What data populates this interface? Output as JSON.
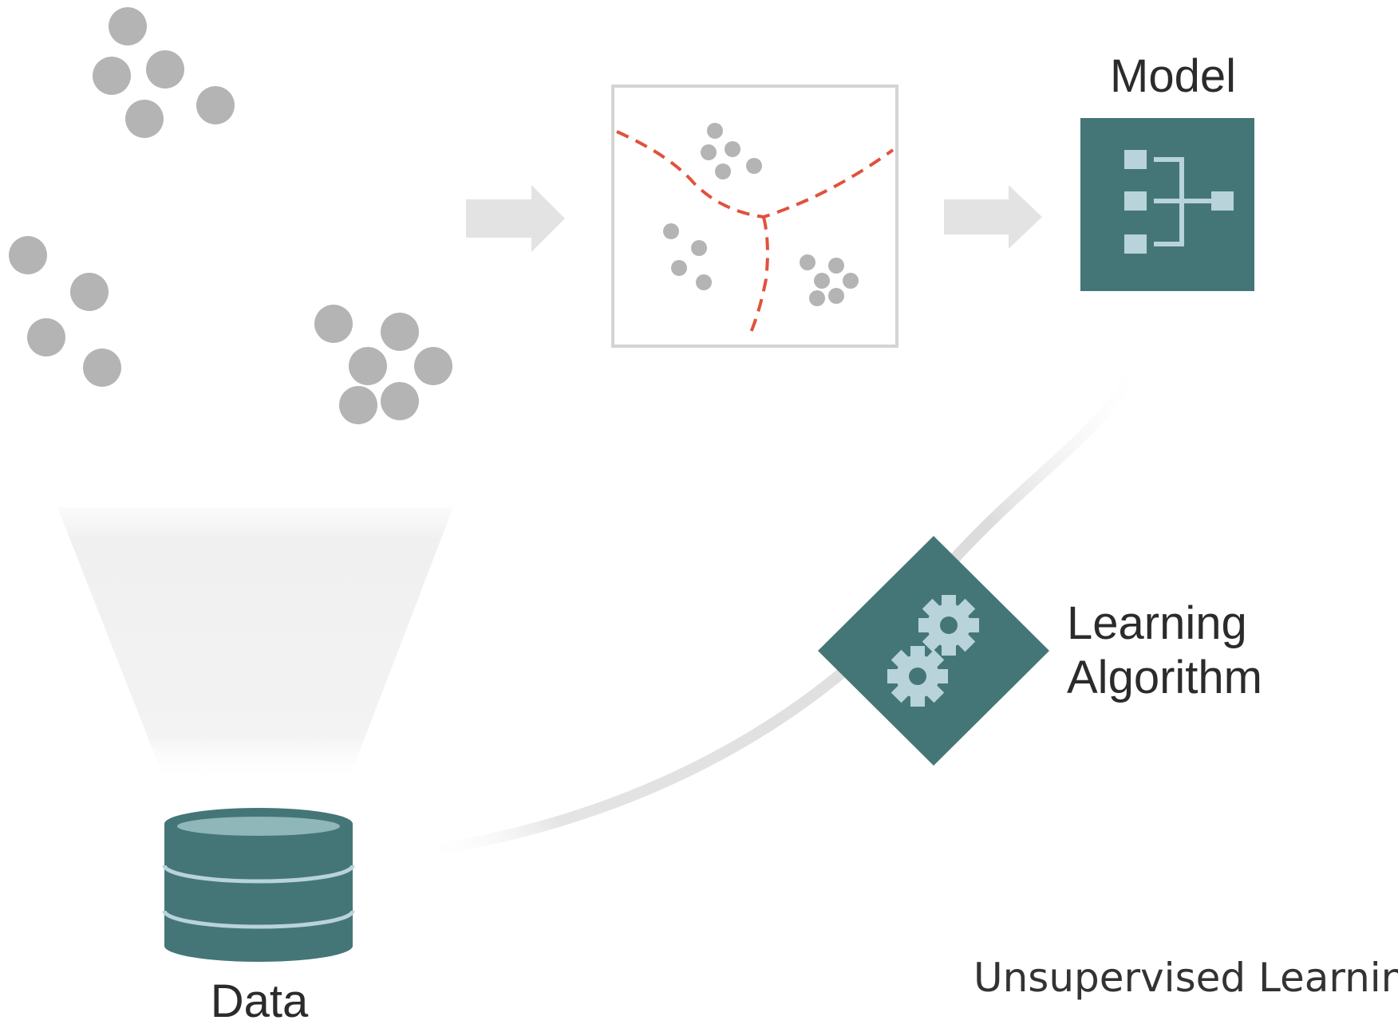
{
  "labels": {
    "model": "Model",
    "learning_algorithm_line1": "Learning",
    "learning_algorithm_line2": "Algorithm",
    "data": "Data",
    "caption": "Unsupervised Learning"
  },
  "icons": {
    "model": "model-icon",
    "learning_algorithm": "gears-icon",
    "data": "database-icon",
    "clustering_box": "cluster-partition-icon",
    "funnel": "funnel-icon",
    "arrow": "arrow-right-icon"
  },
  "colors": {
    "teal": "#447678",
    "teal_light": "#b8d3da",
    "dot_grey": "#b4b4b4",
    "dashed_red": "#e0523d",
    "arrow_grey": "#e3e3e3",
    "box_border": "#d4d4d4"
  }
}
